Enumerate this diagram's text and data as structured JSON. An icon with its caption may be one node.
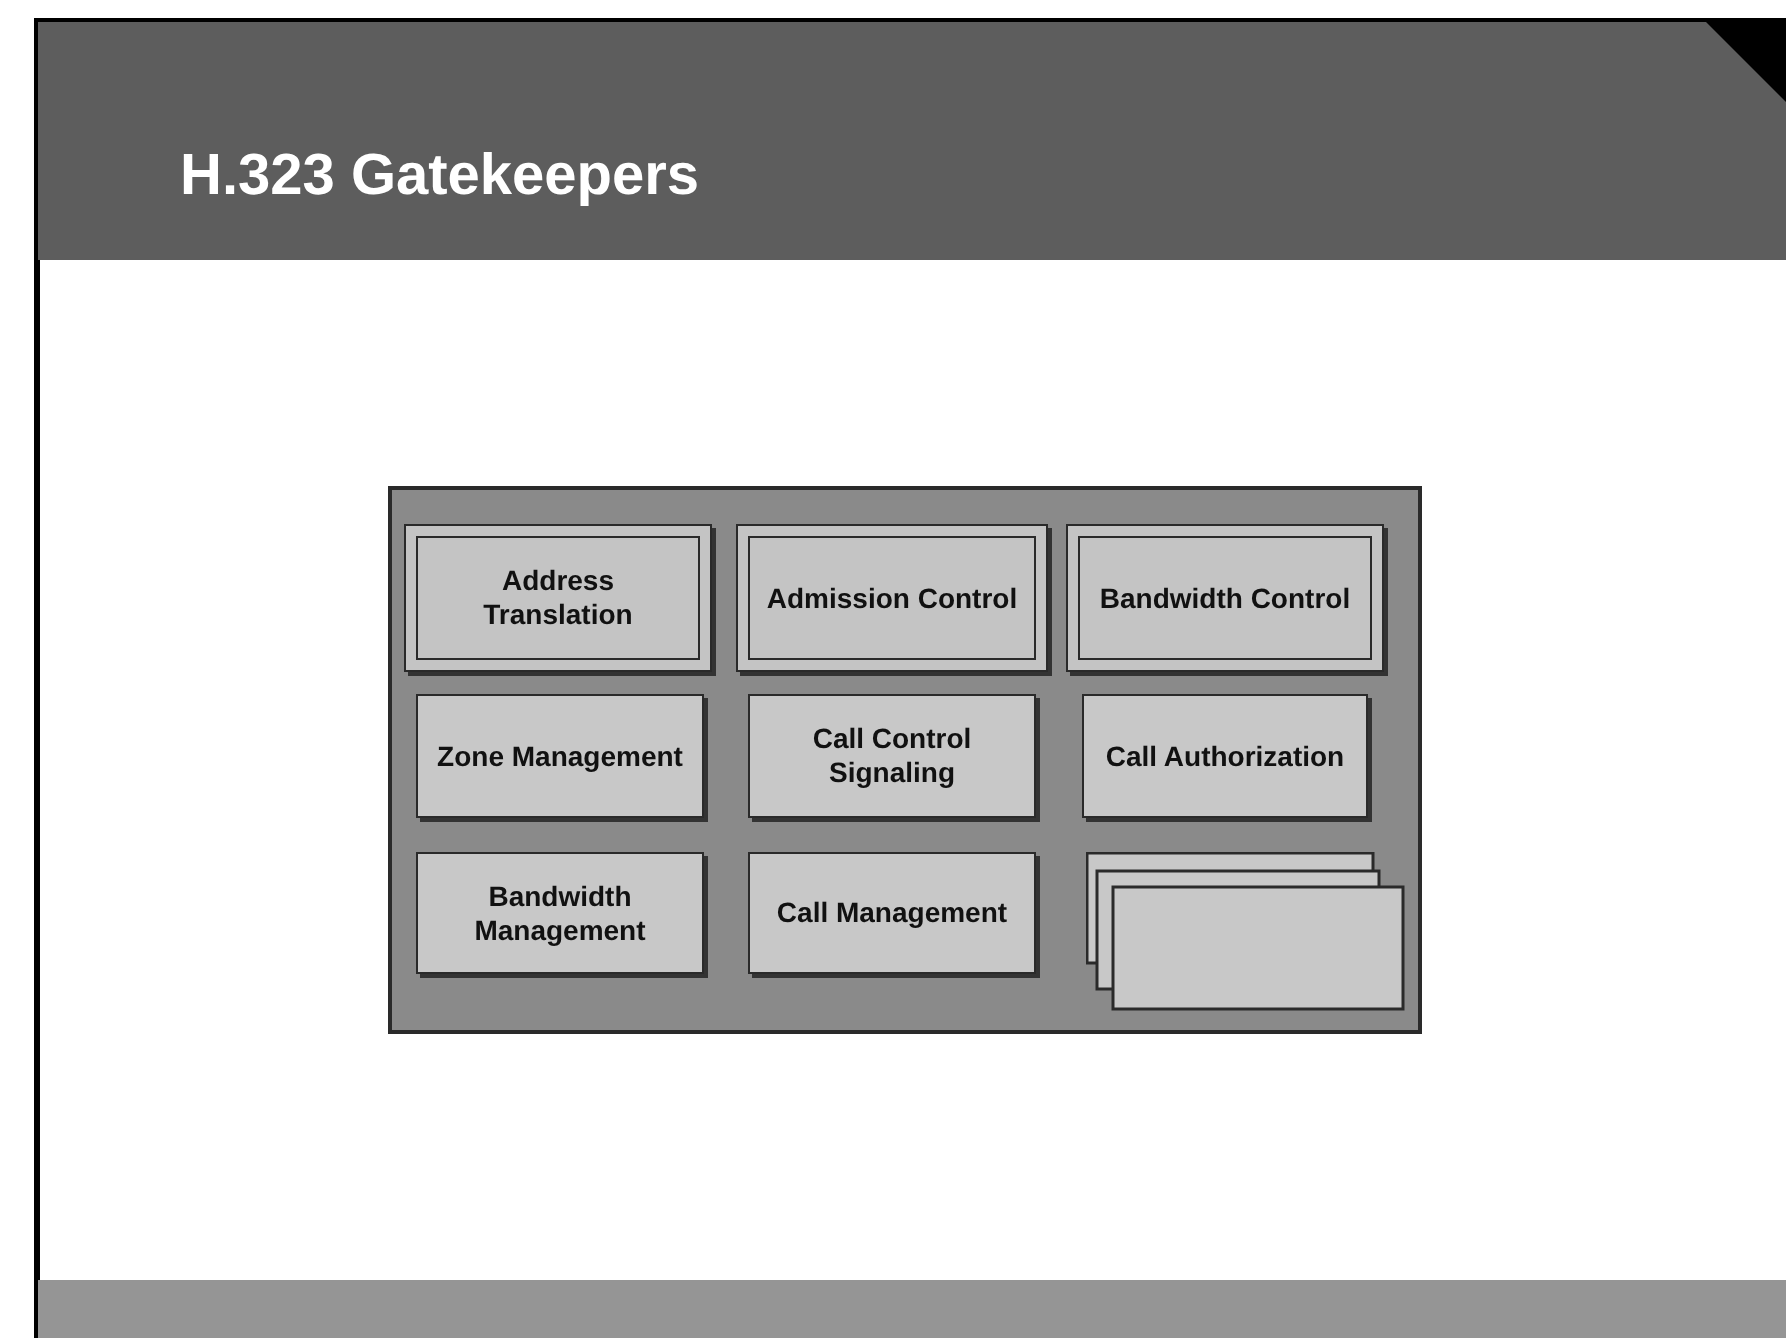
{
  "diagram": {
    "title": "H.323 Gatekeepers",
    "nodes": [
      {
        "text": [],
        "shape": "box"
      },
      {
        "text": [
          "Address Translation"
        ],
        "in": 0
      },
      {
        "text": [
          "Admission Control"
        ],
        "in": 0
      },
      {
        "text": [
          "Bandwidth Control"
        ],
        "in": 0
      },
      {
        "text": [
          "Zone Management"
        ],
        "in": 0
      },
      {
        "text": [
          "Call Control Signaling"
        ],
        "in": 0
      },
      {
        "text": [
          "Call Authorization"
        ],
        "in": 0
      },
      {
        "text": [
          "Bandwidth Management"
        ],
        "in": 0
      },
      {
        "text": [
          "Call Management"
        ],
        "in": 0
      },
      {
        "text": [],
        "shape": "box",
        "in": 0
      }
    ]
  }
}
